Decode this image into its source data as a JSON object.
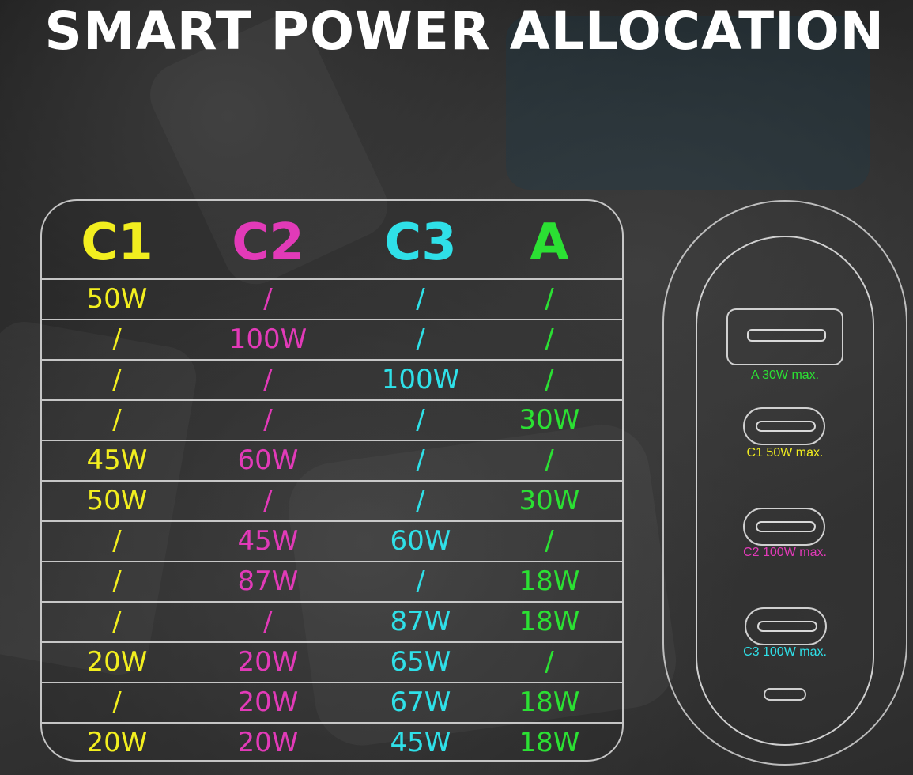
{
  "title": "SMART POWER ALLOCATION",
  "colors": {
    "C1": "#f2ee1f",
    "C2": "#e23ab8",
    "C3": "#2fe0e8",
    "A": "#2be033",
    "line": "#ebebeb"
  },
  "table": {
    "headers": [
      "C1",
      "C2",
      "C3",
      "A"
    ],
    "rows": [
      [
        "50W",
        "/",
        "/",
        "/"
      ],
      [
        "/",
        "100W",
        "/",
        "/"
      ],
      [
        "/",
        "/",
        "100W",
        "/"
      ],
      [
        "/",
        "/",
        "/",
        "30W"
      ],
      [
        "45W",
        "60W",
        "/",
        "/"
      ],
      [
        "50W",
        "/",
        "/",
        "30W"
      ],
      [
        "/",
        "45W",
        "60W",
        "/"
      ],
      [
        "/",
        "87W",
        "/",
        "18W"
      ],
      [
        "/",
        "/",
        "87W",
        "18W"
      ],
      [
        "20W",
        "20W",
        "65W",
        "/"
      ],
      [
        "/",
        "20W",
        "67W",
        "18W"
      ],
      [
        "20W",
        "20W",
        "45W",
        "18W"
      ]
    ]
  },
  "charger": {
    "ports": [
      {
        "type": "usb-a",
        "label": "A 30W max."
      },
      {
        "type": "usb-c",
        "label": "C1 50W max."
      },
      {
        "type": "usb-c",
        "label": "C2 100W max."
      },
      {
        "type": "usb-c",
        "label": "C3 100W max."
      }
    ],
    "icon": "charger-front-icon"
  }
}
